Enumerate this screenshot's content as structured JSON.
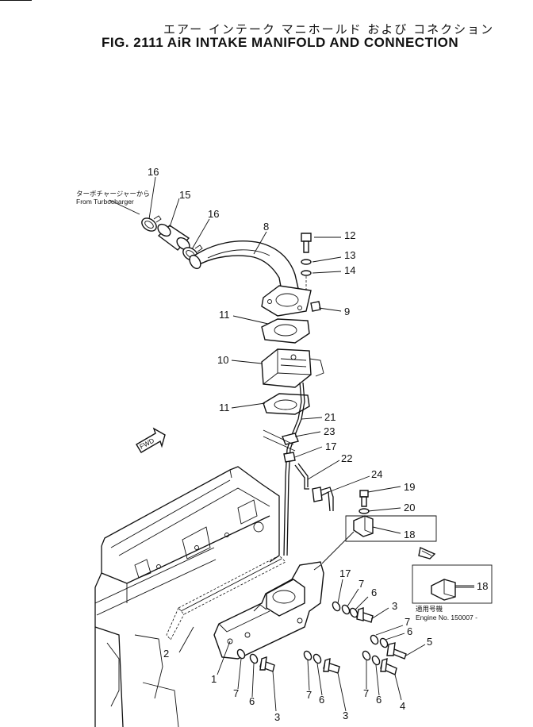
{
  "title": {
    "jp": "エアー インテーク マニホールド および コネクション",
    "en": "FIG. 2111  AiR INTAKE MANIFOLD AND CONNECTION"
  },
  "notes": {
    "turbo_jp": "ターボチャージャーから",
    "turbo_en": "From Turbocharger",
    "fwd": "FWD",
    "serial_jp": "適用号機",
    "serial_en": "Engine No. 150007 -"
  },
  "callouts": {
    "c16a": "16",
    "c15": "15",
    "c16b": "16",
    "c8": "8",
    "c12": "12",
    "c13": "13",
    "c14": "14",
    "c9": "9",
    "c11a": "11",
    "c10": "10",
    "c11b": "11",
    "c21": "21",
    "c23": "23",
    "c17a": "17",
    "c22": "22",
    "c24": "24",
    "c19": "19",
    "c20": "20",
    "c18a": "18",
    "c18b": "18",
    "c17b": "17",
    "c7a": "7",
    "c6a": "6",
    "c3a": "3",
    "c7b": "7",
    "c6b": "6",
    "c5": "5",
    "c2": "2",
    "c1": "1",
    "c7c": "7",
    "c6c": "6",
    "c3b": "3",
    "c7d": "7",
    "c6d": "6",
    "c3c": "3",
    "c7e": "7",
    "c6e": "6",
    "c4": "4"
  }
}
